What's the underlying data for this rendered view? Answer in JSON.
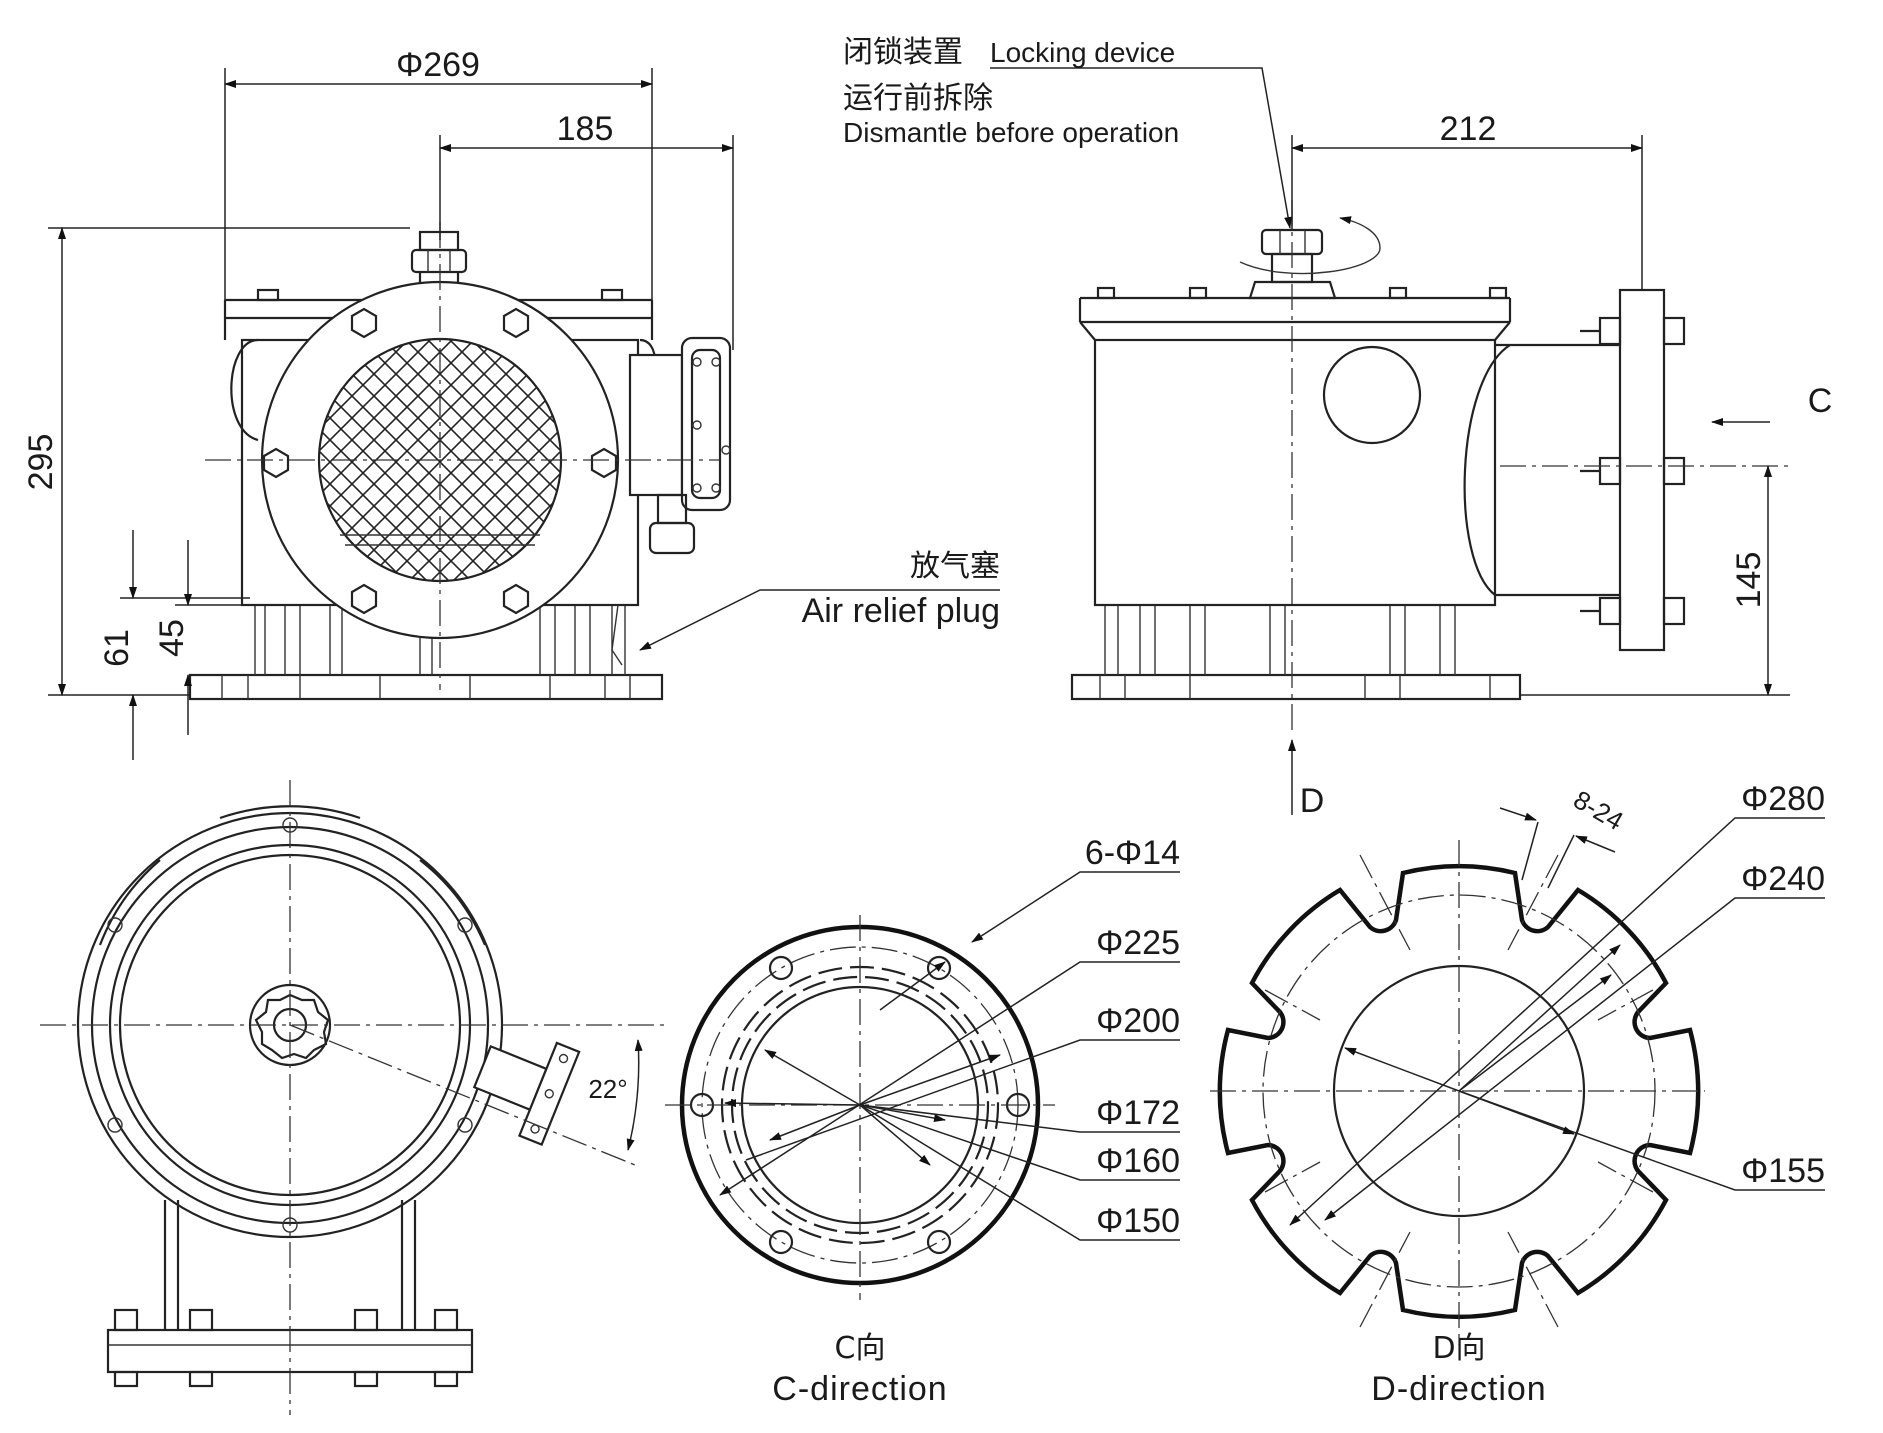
{
  "front_view": {
    "dim_phi269": "Φ269",
    "dim_185": "185",
    "dim_295": "295",
    "dim_61": "61",
    "dim_45": "45",
    "air_relief_cn": "放气塞",
    "air_relief_en": "Air relief plug"
  },
  "side_view": {
    "locking_cn": "闭锁装置",
    "locking_en": "Locking device",
    "dismantle_cn": "运行前拆除",
    "dismantle_en": "Dismantle before operation",
    "dim_212": "212",
    "dim_145": "145",
    "arrow_c": "C",
    "arrow_d": "D"
  },
  "top_view": {
    "angle": "22°"
  },
  "c_view": {
    "holes": "6-Φ14",
    "d225": "Φ225",
    "d200": "Φ200",
    "d172": "Φ172",
    "d160": "Φ160",
    "d150": "Φ150",
    "caption_cn": "C向",
    "caption_en": "C-direction"
  },
  "d_view": {
    "slots": "8-24",
    "d280": "Φ280",
    "d240": "Φ240",
    "d155": "Φ155",
    "caption_cn": "D向",
    "caption_en": "D-direction"
  }
}
